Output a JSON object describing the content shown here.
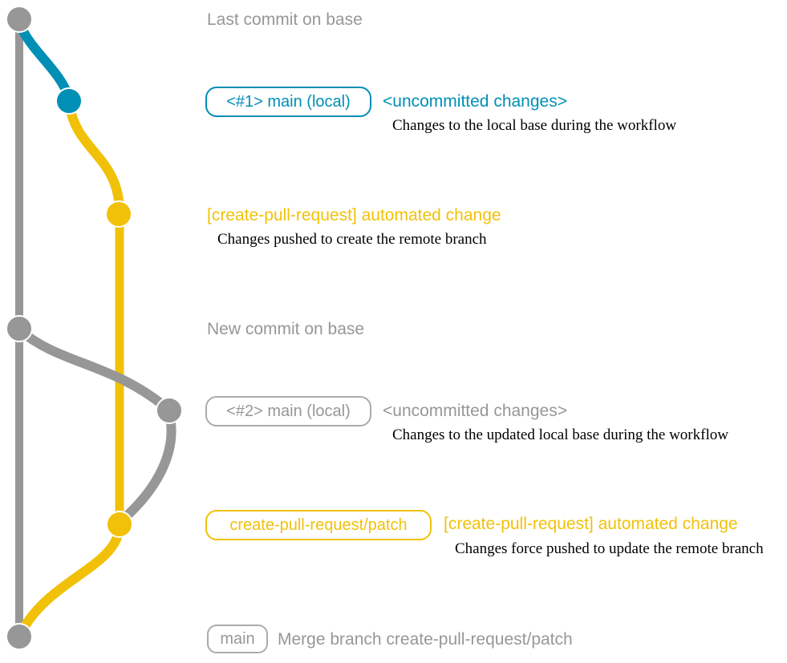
{
  "colors": {
    "gray": "#979797",
    "blue": "#008fb5",
    "yellow": "#f1c109",
    "note": "#000000"
  },
  "rows": [
    {
      "text": "Last commit on base"
    },
    {
      "badge": "<#1> main (local)",
      "heading": "<uncommitted changes>",
      "note": "Changes to the local base during the workflow"
    },
    {
      "heading": "[create-pull-request] automated change",
      "note": "Changes pushed to create the remote branch"
    },
    {
      "text": "New commit on base"
    },
    {
      "badge": "<#2> main (local)",
      "heading": "<uncommitted changes>",
      "note": "Changes to the updated local base during the workflow"
    },
    {
      "badge": "create-pull-request/patch",
      "heading": "[create-pull-request] automated change",
      "note": "Changes force pushed to update the remote branch"
    },
    {
      "badge": "main",
      "heading": "Merge branch create-pull-request/patch"
    }
  ]
}
